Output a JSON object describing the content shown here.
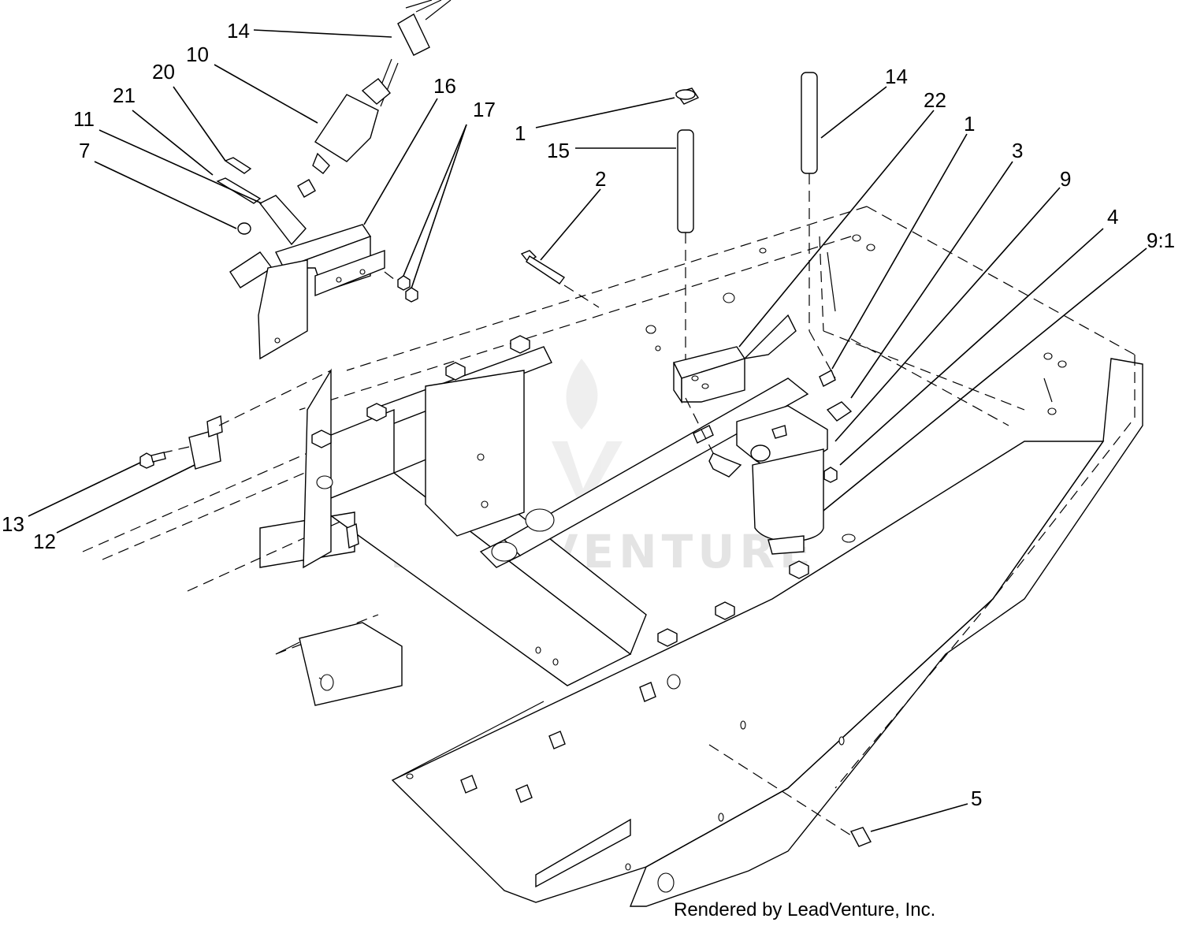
{
  "diagram": {
    "watermark": "LEADVENTURE",
    "credit": "Rendered by LeadVenture, Inc.",
    "callouts": [
      {
        "id": "c14a",
        "label": "14"
      },
      {
        "id": "c10",
        "label": "10"
      },
      {
        "id": "c20",
        "label": "20"
      },
      {
        "id": "c21",
        "label": "21"
      },
      {
        "id": "c11",
        "label": "11"
      },
      {
        "id": "c7",
        "label": "7"
      },
      {
        "id": "c16",
        "label": "16"
      },
      {
        "id": "c17",
        "label": "17"
      },
      {
        "id": "c1a",
        "label": "1"
      },
      {
        "id": "c15",
        "label": "15"
      },
      {
        "id": "c2",
        "label": "2"
      },
      {
        "id": "c14b",
        "label": "14"
      },
      {
        "id": "c22",
        "label": "22"
      },
      {
        "id": "c1b",
        "label": "1"
      },
      {
        "id": "c3",
        "label": "3"
      },
      {
        "id": "c9",
        "label": "9"
      },
      {
        "id": "c4",
        "label": "4"
      },
      {
        "id": "c91",
        "label": "9:1"
      },
      {
        "id": "c13",
        "label": "13"
      },
      {
        "id": "c12",
        "label": "12"
      },
      {
        "id": "c5",
        "label": "5"
      }
    ]
  }
}
